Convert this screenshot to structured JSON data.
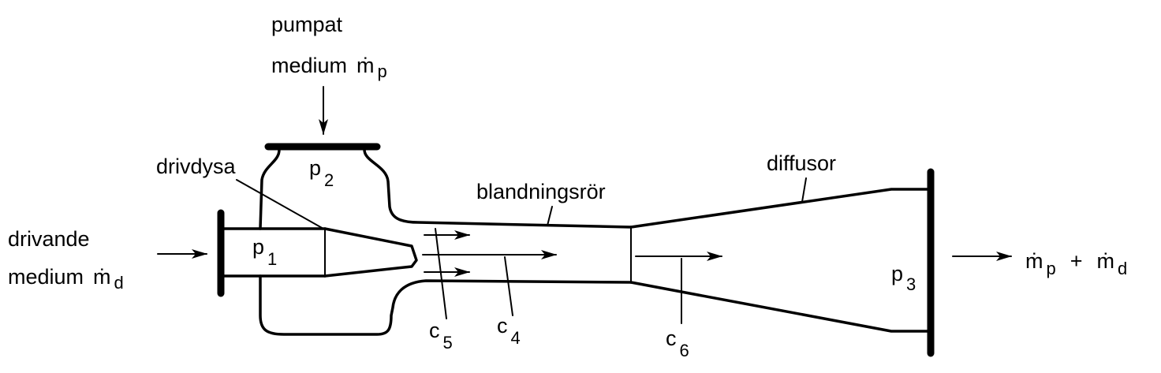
{
  "labels": {
    "pumped_line1": "pumpat",
    "pumped_line2": "medium",
    "pumped_symbol": "ṁ",
    "pumped_sub": "p",
    "motive_line1": "drivande",
    "motive_line2": "medium",
    "motive_symbol": "ṁ",
    "motive_sub": "d",
    "nozzle": "drivdysa",
    "mixing_tube": "blandningsrör",
    "diffuser": "diffusor",
    "p1": "p",
    "p1_sub": "1",
    "p2": "p",
    "p2_sub": "2",
    "p3": "p",
    "p3_sub": "3",
    "c5": "c",
    "c5_sub": "5",
    "c4": "c",
    "c4_sub": "4",
    "c6": "c",
    "c6_sub": "6",
    "out_m1": "ṁ",
    "out_m1_sub": "p",
    "out_plus": "+",
    "out_m2": "ṁ",
    "out_m2_sub": "d"
  }
}
